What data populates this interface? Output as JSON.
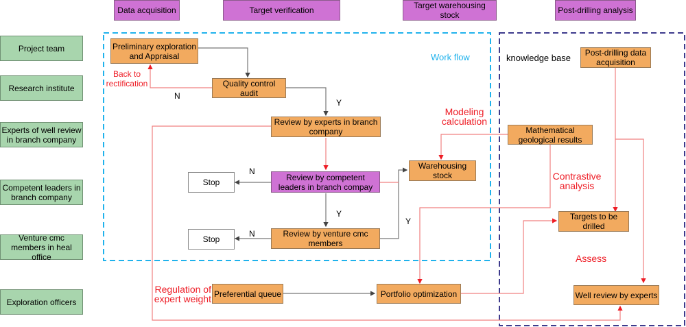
{
  "phases": [
    "Data acquisition",
    "Target verification",
    "Target warehousing stock",
    "Post-drilling analysis"
  ],
  "roles": [
    "Project team",
    "Research institute",
    "Experts of well review in branch company",
    "Competent leaders in branch company",
    "Venture cmc members in heal office",
    "Exploration officers"
  ],
  "regions": {
    "workflow": "Work flow",
    "knowledge_base": "knowledge base"
  },
  "nodes": {
    "preliminary": "Preliminary exploration and Appraisal",
    "qc_audit": "Quality control audit",
    "review_experts": "Review by experts in branch company",
    "review_leaders": "Review by competent leaders in branch compay",
    "review_venture": "Review by venture cmc members",
    "stop_1": "Stop",
    "stop_2": "Stop",
    "warehousing": "Warehousing stock",
    "post_drilling_acq": "Post-drilling data acquisition",
    "math_geo": "Mathematical geological results",
    "targets": "Targets to be drilled",
    "preferential": "Preferential queue",
    "portfolio": "Portfolio optimization",
    "well_review": "Well review by experts"
  },
  "edge_labels": {
    "back": "Back to rectification",
    "n1": "N",
    "y1": "Y",
    "n2": "N",
    "y2": "Y",
    "n3": "N",
    "y3": "Y",
    "modeling": "Modeling calculation",
    "contrastive": "Contrastive analysis",
    "regulation": "Regulation of expert weight",
    "assess": "Assess"
  },
  "colors": {
    "phase": "#cf72d4",
    "role": "#a8d5ad",
    "node": "#f2aa5f",
    "workflow_border": "#1fb2ec",
    "kb_border": "#3d3a8c",
    "red": "#ee1c25"
  }
}
